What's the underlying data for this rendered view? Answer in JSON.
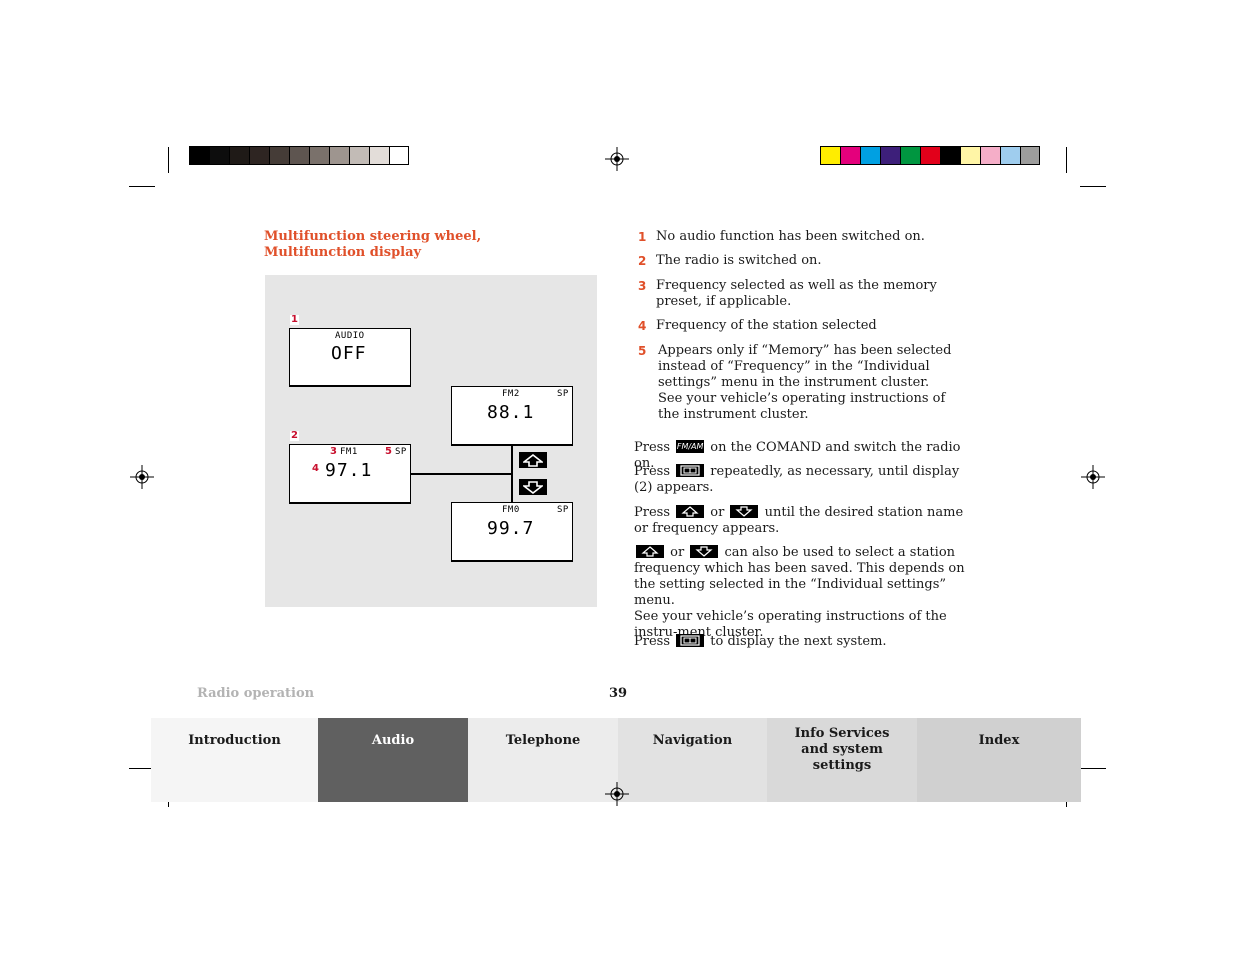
{
  "section": {
    "title": "Multifunction steering wheel, Multifunction display"
  },
  "figure": {
    "display1": {
      "label": "AUDIO",
      "value": "OFF"
    },
    "display_top": {
      "band": "FM2",
      "sp": "SP",
      "value": "88.1"
    },
    "display2": {
      "band": "FM1",
      "sp": "SP",
      "value": "97.1"
    },
    "display_bottom": {
      "band": "FM0",
      "sp": "SP",
      "value": "99.7"
    },
    "callouts": [
      "1",
      "2",
      "3",
      "4",
      "5"
    ]
  },
  "legend": [
    {
      "num": "1",
      "text": "No audio function has been switched on."
    },
    {
      "num": "2",
      "text": "The radio is switched on."
    },
    {
      "num": "3",
      "text": "Frequency selected as well as the memory preset, if applicable."
    },
    {
      "num": "4",
      "text": "Frequency of the station selected"
    },
    {
      "num": "5",
      "text": "Appears only if “Memory” has been selected instead of “Frequency” in the “Individual settings” menu in the instrument cluster.",
      "text2": "See your vehicle’s operating instructions of the instrument cluster."
    }
  ],
  "instructions": {
    "p1_a": "Press",
    "p1_key": "FM/AM",
    "p1_b": "on the COMAND and switch the radio on.",
    "p2_a": "Press",
    "p2_b": "repeatedly, as necessary, until display (2) appears.",
    "p3_a": "Press",
    "p3_or": "or",
    "p3_b": "until the desired station name or frequency appears.",
    "p4_or": "or",
    "p4_b": "can also be used to select a station frequency which has been saved. This depends on the setting selected in the “Individual settings” menu.",
    "p4_c": "See your vehicle’s operating instructions of the instru-ment cluster.",
    "p5_a": "Press",
    "p5_b": "to display the next system."
  },
  "footer": {
    "section_label": "Radio operation",
    "page_number": "39"
  },
  "tabs": [
    {
      "label": "Introduction",
      "bg": "#f5f5f5",
      "color": "#1a1a1a"
    },
    {
      "label": "Audio",
      "bg": "#606060",
      "color": "#ffffff"
    },
    {
      "label": "Telephone",
      "bg": "#ececec",
      "color": "#1a1a1a"
    },
    {
      "label": "Navigation",
      "bg": "#e2e2e2",
      "color": "#1a1a1a"
    },
    {
      "label": "Info Services and system settings",
      "bg": "#d9d9d9",
      "color": "#1a1a1a"
    },
    {
      "label": "Index",
      "bg": "#d0d0d0",
      "color": "#1a1a1a"
    }
  ],
  "colors": {
    "accent": "#e0502a",
    "callout": "#c8102e",
    "gray_swatches": [
      "#000000",
      "#0d0d0d",
      "#1f1a17",
      "#2e2522",
      "#453c37",
      "#5e5550",
      "#7a716b",
      "#9e958f",
      "#c2bbb6",
      "#e3ddd9",
      "#ffffff"
    ],
    "color_swatches": [
      "#ffed00",
      "#e4007c",
      "#00a0e2",
      "#3d1f7a",
      "#009640",
      "#e2001a",
      "#000000",
      "#fff5a6",
      "#f5aec8",
      "#9fcdee",
      "#9d9d9c"
    ]
  }
}
